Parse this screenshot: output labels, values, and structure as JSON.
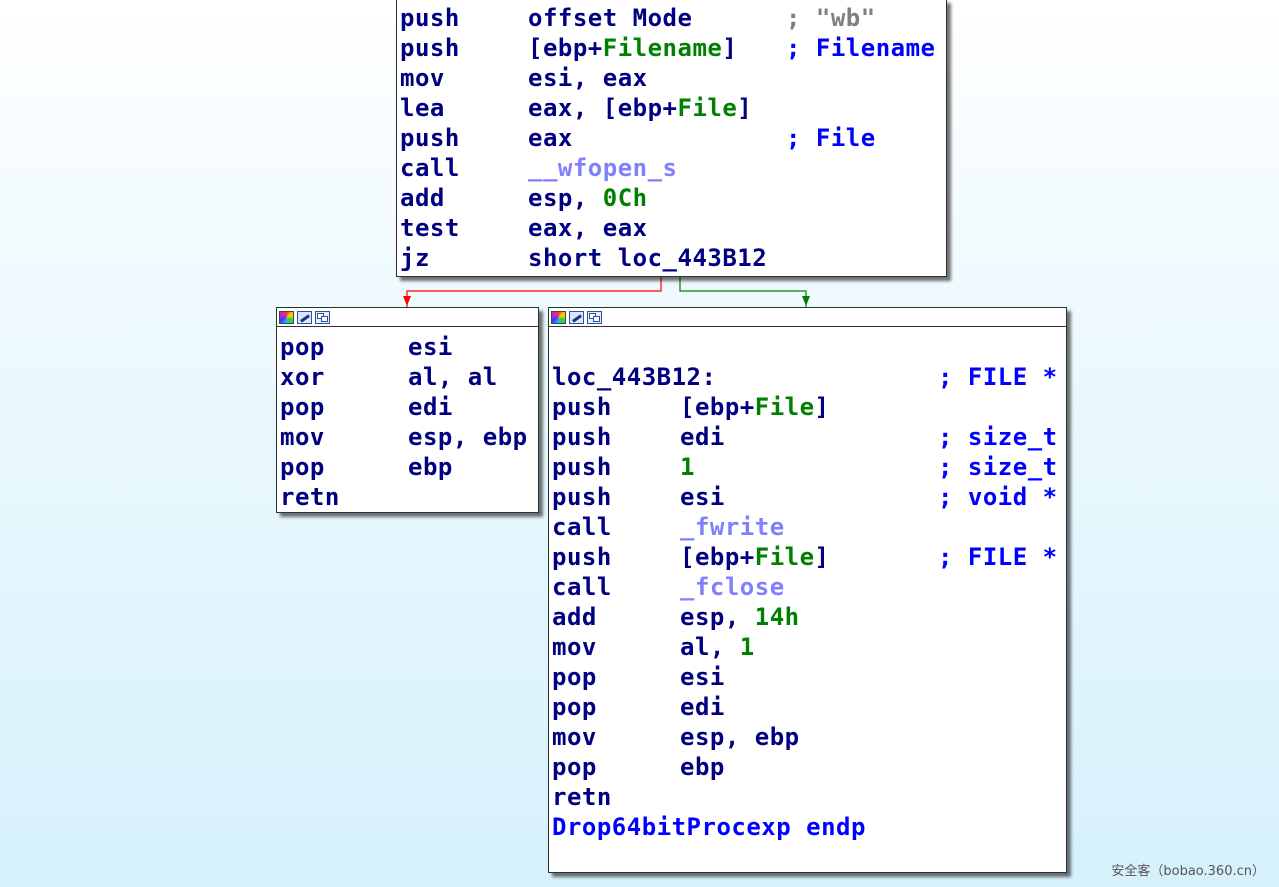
{
  "colors": {
    "mnemonic": "#000080",
    "immediate": "#008000",
    "function_ref": "#8080ff",
    "comment": "#0000ff",
    "string_comment": "#808080",
    "edge_false": "#ff0000",
    "edge_true": "#008000"
  },
  "icons": [
    "color-palette-icon",
    "edit-node-icon",
    "group-nodes-icon"
  ],
  "top_block": {
    "lines": [
      {
        "mnem": "push",
        "op1": "offset Mode",
        "cmt": "; \"wb\""
      },
      {
        "mnem": "push",
        "op1": "[ebp+",
        "op_var": "Filename",
        "op2": "]",
        "cmt": "; Filename"
      },
      {
        "mnem": "mov",
        "op1": "esi, eax"
      },
      {
        "mnem": "lea",
        "op1": "eax, [ebp+",
        "op_var": "File",
        "op2": "]"
      },
      {
        "mnem": "push",
        "op1": "eax",
        "cmt": "; File"
      },
      {
        "mnem": "call",
        "func": "__wfopen_s"
      },
      {
        "mnem": "add",
        "op1": "esp, ",
        "num": "0Ch"
      },
      {
        "mnem": "test",
        "op1": "eax, eax"
      },
      {
        "mnem": "jz",
        "op1": "short loc_443B12"
      }
    ]
  },
  "left_block": {
    "lines": [
      {
        "mnem": "pop",
        "op1": "esi"
      },
      {
        "mnem": "xor",
        "op1": "al, al"
      },
      {
        "mnem": "pop",
        "op1": "edi"
      },
      {
        "mnem": "mov",
        "op1": "esp, ebp"
      },
      {
        "mnem": "pop",
        "op1": "ebp"
      },
      {
        "mnem": "retn",
        "op1": ""
      }
    ]
  },
  "right_block": {
    "label": "loc_443B12:",
    "label_cmt": "; FILE *",
    "lines": [
      {
        "mnem": "push",
        "op1": "[ebp+",
        "op_var": "File",
        "op2": "]"
      },
      {
        "mnem": "push",
        "op1": "edi",
        "cmt": "; size_t"
      },
      {
        "mnem": "push",
        "num": "1",
        "cmt": "; size_t"
      },
      {
        "mnem": "push",
        "op1": "esi",
        "cmt": "; void *"
      },
      {
        "mnem": "call",
        "func": "_fwrite"
      },
      {
        "mnem": "push",
        "op1": "[ebp+",
        "op_var": "File",
        "op2": "]",
        "cmt": "; FILE *"
      },
      {
        "mnem": "call",
        "func": "_fclose"
      },
      {
        "mnem": "add",
        "op1": "esp, ",
        "num": "14h"
      },
      {
        "mnem": "mov",
        "op1": "al, ",
        "num": "1"
      },
      {
        "mnem": "pop",
        "op1": "esi"
      },
      {
        "mnem": "pop",
        "op1": "edi"
      },
      {
        "mnem": "mov",
        "op1": "esp, ebp"
      },
      {
        "mnem": "pop",
        "op1": "ebp"
      },
      {
        "mnem": "retn",
        "op1": ""
      }
    ],
    "endp": "Drop64bitProcexp endp"
  },
  "watermark": "安全客（bobao.360.cn）"
}
